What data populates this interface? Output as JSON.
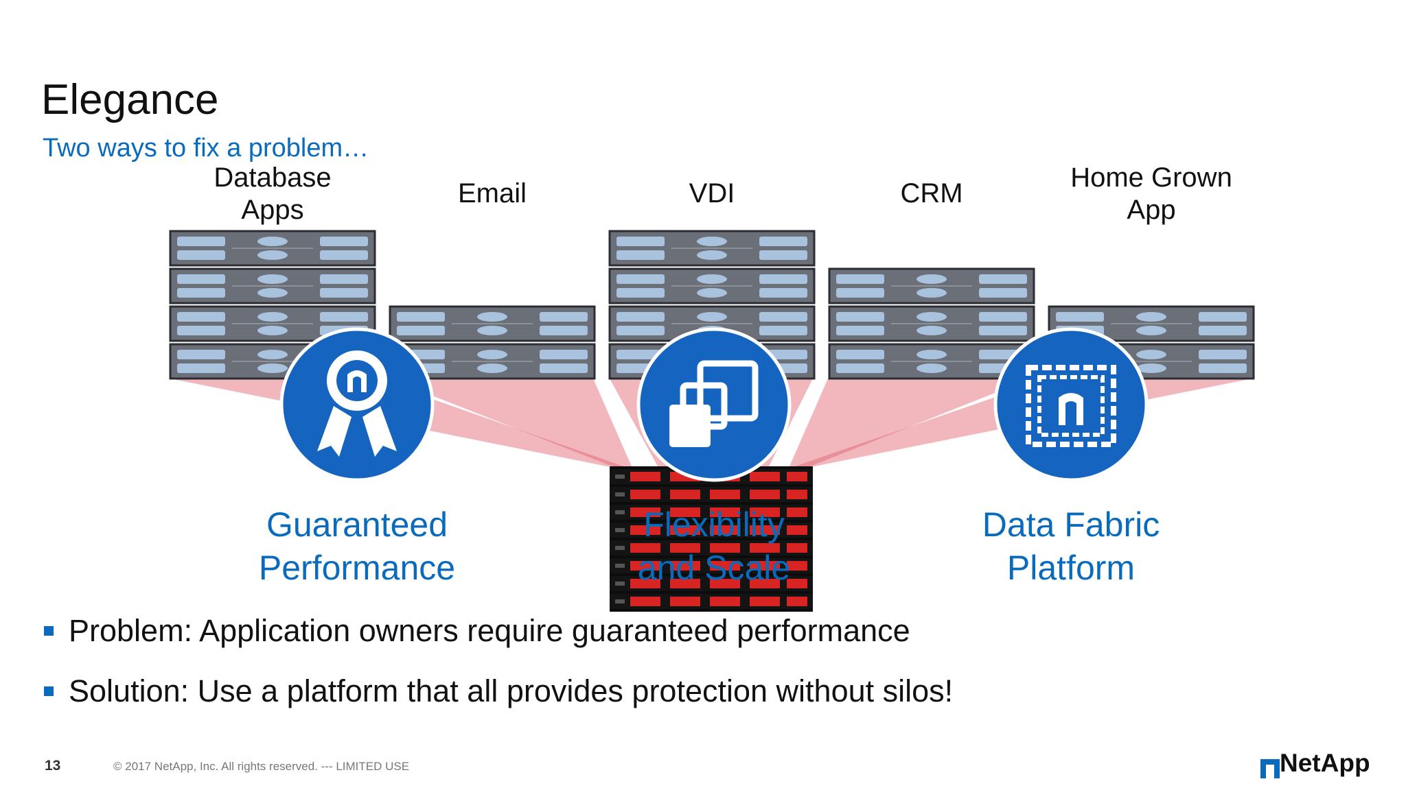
{
  "slide": {
    "title": "Elegance",
    "subtitle": "Two ways to fix a problem…"
  },
  "apps": [
    {
      "line1": "Database",
      "line2": "Apps"
    },
    {
      "line1": "Email",
      "line2": ""
    },
    {
      "line1": "VDI",
      "line2": ""
    },
    {
      "line1": "CRM",
      "line2": ""
    },
    {
      "line1": "Home Grown",
      "line2": "App"
    }
  ],
  "features": [
    {
      "line1": "Guaranteed",
      "line2": "Performance",
      "icon": "award-ribbon-icon"
    },
    {
      "line1": "Flexibility",
      "line2": "and Scale",
      "icon": "copy-windows-icon"
    },
    {
      "line1": "Data Fabric",
      "line2": "Platform",
      "icon": "data-fabric-icon"
    }
  ],
  "bullets": [
    "Problem: Application owners require guaranteed performance",
    "Solution: Use a platform that all provides protection without silos!"
  ],
  "footer": {
    "slide_number": "13",
    "copyright": "© 2017 NetApp, Inc. All rights reserved.  ---  LIMITED USE",
    "brand": "NetApp"
  },
  "colors": {
    "accent_blue": "#0a6bbd",
    "circle_blue": "#1565c0",
    "fan_red": "#e0606c",
    "server_gray": "#6b6f78"
  }
}
